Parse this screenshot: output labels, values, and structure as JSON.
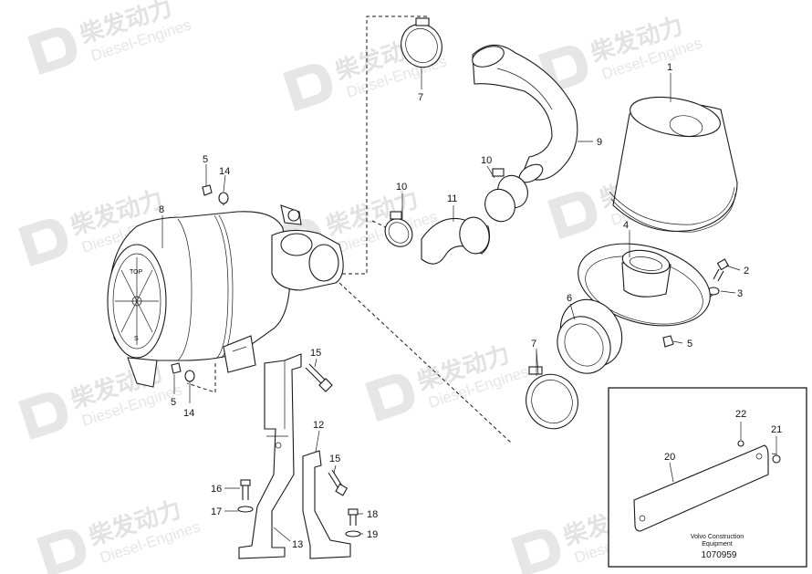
{
  "watermark": {
    "brand": "柴发动力",
    "sub": "Diesel-Engines"
  },
  "callouts": {
    "c1": "1",
    "c2": "2",
    "c3": "3",
    "c4": "4",
    "c5a": "5",
    "c5b": "5",
    "c5c": "5",
    "c6": "6",
    "c7a": "7",
    "c7b": "7",
    "c8": "8",
    "c9": "9",
    "c10a": "10",
    "c10b": "10",
    "c11": "11",
    "c12": "12",
    "c13": "13",
    "c14a": "14",
    "c14b": "14",
    "c15a": "15",
    "c15b": "15",
    "c16": "16",
    "c17": "17",
    "c18": "18",
    "c19": "19",
    "c20": "20",
    "c21": "21",
    "c22": "22"
  },
  "filter_marks": {
    "top_label": "TOP",
    "s_label": "S"
  },
  "inset": {
    "plate_line1": "Volvo Construction",
    "plate_line2": "Equipment",
    "reference": "1070959"
  }
}
